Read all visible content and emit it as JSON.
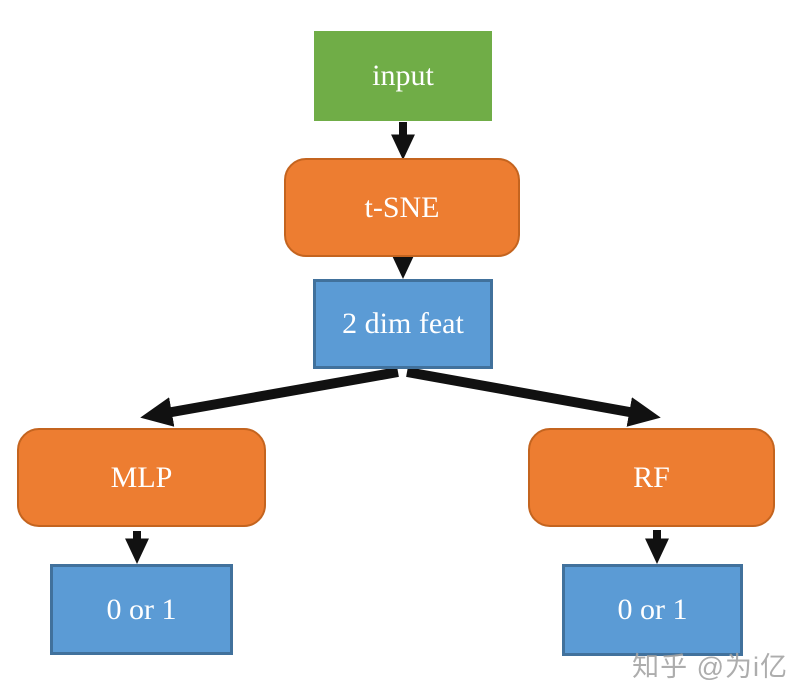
{
  "diagram": {
    "type": "flowchart",
    "nodes": {
      "input": {
        "label": "input"
      },
      "tsne": {
        "label": "t-SNE"
      },
      "feat": {
        "label": "2 dim feat"
      },
      "mlp": {
        "label": "MLP"
      },
      "rf": {
        "label": "RF"
      },
      "out_left": {
        "label": "0 or 1"
      },
      "out_right": {
        "label": "0 or 1"
      }
    },
    "edges": [
      {
        "from": "input",
        "to": "t-SNE"
      },
      {
        "from": "t-SNE",
        "to": "2 dim feat"
      },
      {
        "from": "2 dim feat",
        "to": "MLP"
      },
      {
        "from": "2 dim feat",
        "to": "RF"
      },
      {
        "from": "MLP",
        "to": "0 or 1"
      },
      {
        "from": "RF",
        "to": "0 or 1"
      }
    ]
  },
  "watermark": {
    "text": "知乎 @为i亿"
  },
  "colors": {
    "green": "#70AD47",
    "orange": "#ED7D31",
    "orange_border": "#C4641F",
    "blue": "#5B9BD5",
    "blue_border": "#41719C",
    "arrow": "#111111",
    "watermark": "#A2A2A2"
  }
}
